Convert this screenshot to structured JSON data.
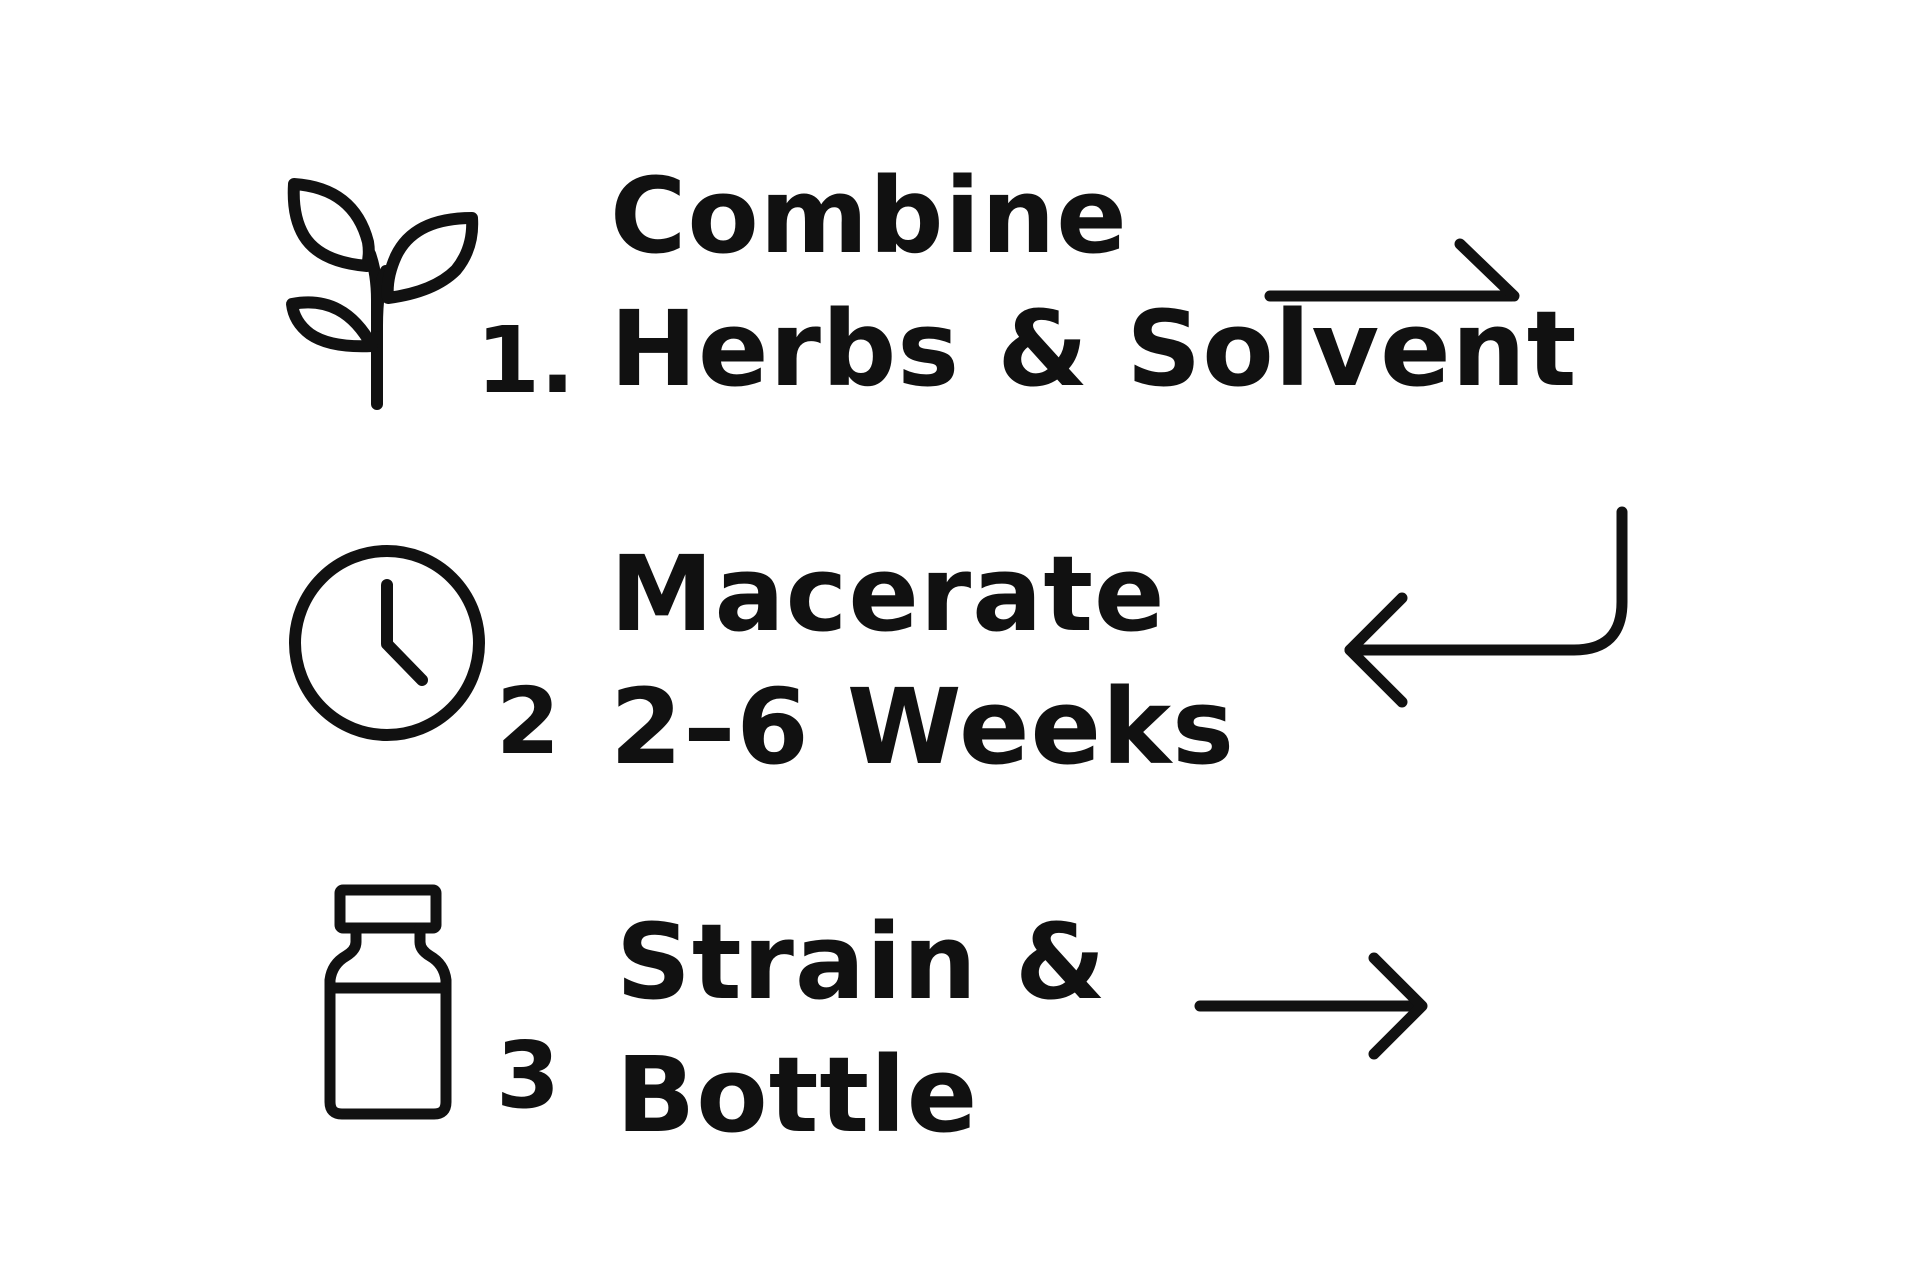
{
  "colors": {
    "ink": "#111111",
    "background": "#ffffff"
  },
  "steps": [
    {
      "number": "1.",
      "title_line1": "Combine",
      "title_line2": "Herbs & Solvent",
      "icon": "plant-sprout-icon"
    },
    {
      "number": "2",
      "title_line1": "Macerate",
      "title_line2": "2–6 Weeks",
      "icon": "clock-icon"
    },
    {
      "number": "3",
      "title_line1": "Strain &",
      "title_line2": "Bottle",
      "icon": "bottle-icon"
    }
  ],
  "arrows": [
    {
      "icon": "arrow-right-icon"
    },
    {
      "icon": "arrow-return-left-icon"
    },
    {
      "icon": "arrow-right-icon"
    }
  ]
}
